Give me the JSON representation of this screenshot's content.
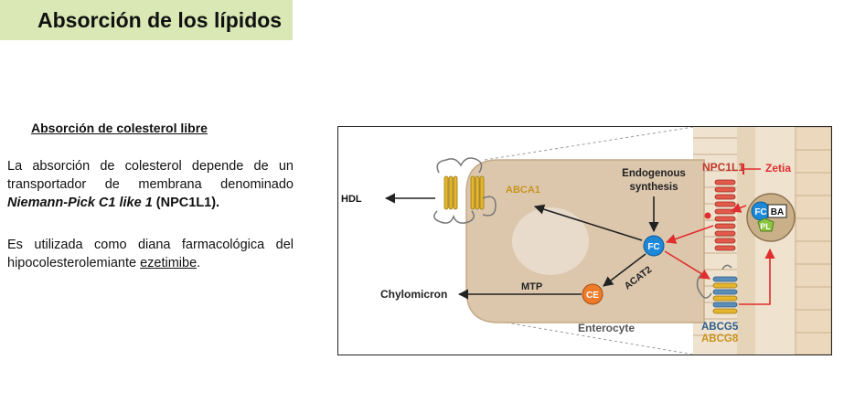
{
  "slide": {
    "title": "Absorción de los lípidos",
    "subtitle": "Absorción de colesterol libre",
    "para1": {
      "t1": "La absorción de colesterol depende de un transportador de membrana denominado ",
      "t2": "Niemann-Pick C1 like 1",
      "t3": " (NPC1L1)."
    },
    "para2": {
      "t1": "Es utilizada como diana farmacológica del hipocolesterolemiante ",
      "t2": "ezetimibe",
      "t3": "."
    }
  },
  "figure": {
    "labels": {
      "hdl": "HDL",
      "abca1": "ABCA1",
      "endogenous1": "Endogenous",
      "endogenous2": "synthesis",
      "fc": "FC",
      "ce": "CE",
      "acat2": "ACAT2",
      "mtp": "MTP",
      "chylomicron": "Chylomicron",
      "enterocyte": "Enterocyte",
      "npc1l1": "NPC1L1",
      "zetia": "Zetia",
      "micelle_fc": "FC",
      "micelle_ba": "BA",
      "micelle_pl": "PL",
      "abcg5": "ABCG5",
      "abcg8": "ABCG8"
    },
    "colors": {
      "cell": "#dcc7ad",
      "nucleus": "#e8dbcb",
      "microvilli": "#ecd9bd",
      "fc_circle": "#1e88d8",
      "ce_circle": "#ee7b2a",
      "red_arrow": "#e02d2d",
      "npc1l1_text": "#c0392b",
      "abca1_text": "#c8941e",
      "abcg5_text": "#2c5d8a",
      "abcg8_text": "#c8941e",
      "pl_green": "#8cc63f"
    }
  }
}
